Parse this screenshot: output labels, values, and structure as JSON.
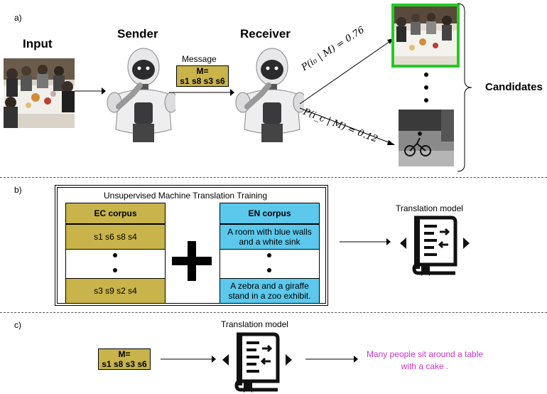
{
  "panel_a": {
    "label": "a)",
    "input_label": "Input",
    "sender_label": "Sender",
    "receiver_label": "Receiver",
    "message_title": "Message",
    "message_line1": "M=",
    "message_line2": "s1 s8 s3 s6",
    "prob_top": "P(i₀ | M) = 0.76",
    "prob_bottom": "P(i_c | M) = 0.12",
    "candidates_label": "Candidates"
  },
  "panel_b": {
    "label": "b)",
    "box_title": "Unsupervised Machine Translation Training",
    "ec_header": "EC corpus",
    "ec_rows": [
      "s1 s6 s8 s4",
      "s3 s9 s2 s4"
    ],
    "en_header": "EN corpus",
    "en_rows": [
      "A room with blue walls and a white sink",
      "A zebra and a giraffe stand in a zoo exhibit."
    ],
    "model_label": "Translation model"
  },
  "panel_c": {
    "label": "c)",
    "model_label": "Translation model",
    "message_line1": "M=",
    "message_line2": "s1 s8 s3 s6",
    "output_text": "Many people sit around a table with a cake ."
  },
  "colors": {
    "gold": "#c8b44a",
    "blue": "#5bc8ec",
    "selected_border": "#22cc22",
    "output_text": "#cc33cc"
  },
  "icons": [
    "robot-icon",
    "translation-book-icon"
  ]
}
